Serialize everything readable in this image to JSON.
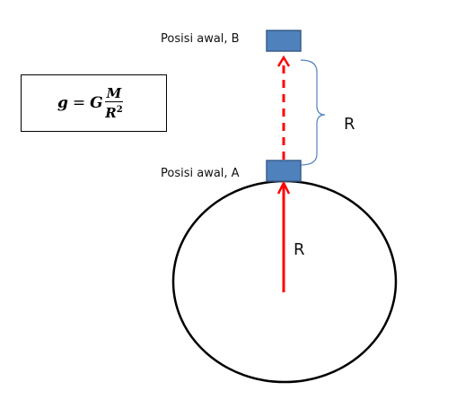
{
  "labels": {
    "position_b": "Posisi awal, B",
    "position_a": "Posisi awal, A",
    "brace_r": "R",
    "radius_r": "R"
  },
  "formula": {
    "lhs": "g",
    "equals": "=",
    "constant": "G",
    "numerator": "M",
    "denominator_base": "R",
    "denominator_exp": "2"
  },
  "colors": {
    "block_fill": "#4F81BD",
    "block_stroke": "#385D8A",
    "arrow": "#FF0000",
    "brace": "#4F81BD",
    "outline": "#000000"
  }
}
